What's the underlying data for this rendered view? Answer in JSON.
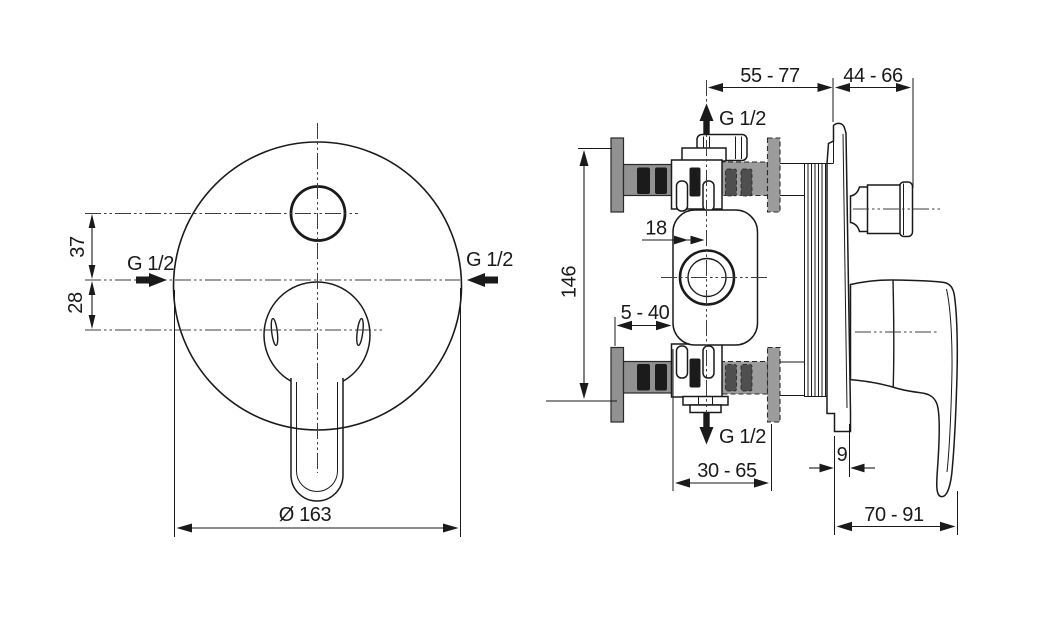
{
  "front_view": {
    "dim_offset_top": "37",
    "dim_offset_bottom": "28",
    "port_left": "G 1/2",
    "port_right": "G 1/2",
    "dim_diameter": "Ø 163"
  },
  "side_view": {
    "dim_depth_body": "55 - 77",
    "dim_depth_trim": "44 - 66",
    "dim_height": "146",
    "dim_center_offset": "18",
    "dim_adjust_range": "5 - 40",
    "dim_wall_range": "30 - 65",
    "dim_plate_depth": "9",
    "dim_handle_depth": "70 - 91",
    "port_top": "G 1/2",
    "port_bottom": "G 1/2"
  },
  "colors": {
    "line": "#1a1a1a",
    "gray_fill": "#919191",
    "slot_fill": "#1b1b1b",
    "background": "#ffffff"
  }
}
